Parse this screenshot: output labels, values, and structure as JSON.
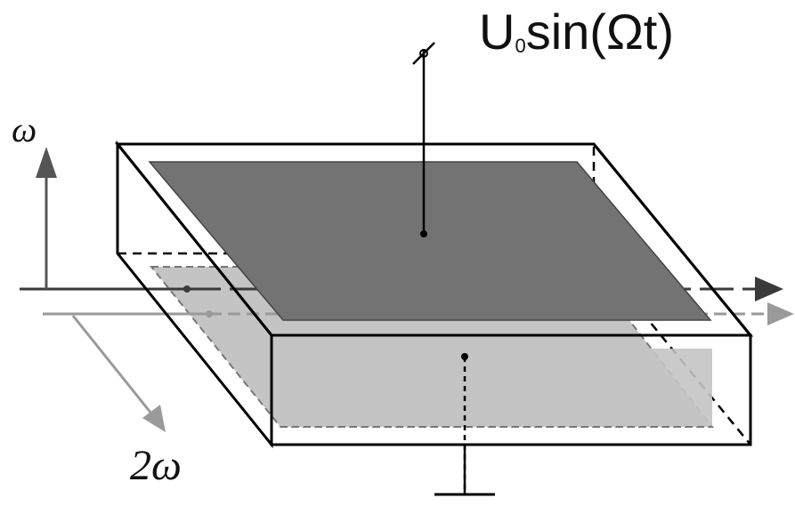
{
  "labels": {
    "voltage": {
      "base": "U",
      "subscript": "0",
      "func": "sin(Ωt)"
    },
    "input_frequency": "ω",
    "output_frequency": "2ω"
  },
  "colors": {
    "outline": "#000000",
    "top_electrode": "#737373",
    "bottom_electrode": "#c4c4c4",
    "beam_omega": "#3a3a3a",
    "beam_two_omega": "#9a9a9a",
    "background": "#ffffff"
  }
}
